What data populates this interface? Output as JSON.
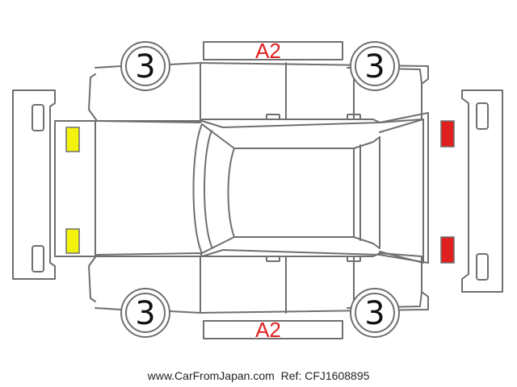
{
  "diagram": {
    "tires": {
      "front_left": "3",
      "front_right": "3",
      "rear_left": "3",
      "rear_right": "3"
    },
    "panels": {
      "top": "A2",
      "bottom": "A2"
    },
    "markers": {
      "left_upper": "#f2f20c",
      "left_lower": "#f2f20c",
      "right_upper": "#e0201e",
      "right_lower": "#e0201e"
    }
  },
  "footer": {
    "site": "www.CarFromJapan.com",
    "ref": "Ref: CFJ1608895"
  }
}
